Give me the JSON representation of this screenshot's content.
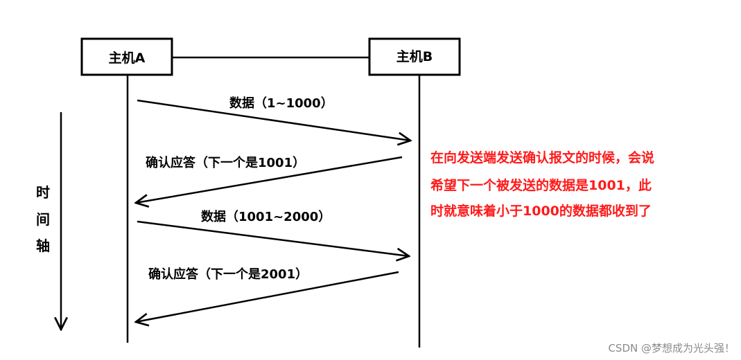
{
  "hosts": {
    "a": "主机A",
    "b": "主机B"
  },
  "messages": [
    {
      "label": "数据（1~1000）",
      "direction": "a-to-b"
    },
    {
      "label": "确认应答（下一个是1001）",
      "direction": "b-to-a"
    },
    {
      "label": "数据（1001~2000）",
      "direction": "a-to-b"
    },
    {
      "label": "确认应答（下一个是2001）",
      "direction": "b-to-a"
    }
  ],
  "time_axis": {
    "chars": [
      "时",
      "间",
      "轴"
    ]
  },
  "note": {
    "color": "#ff1a1a",
    "lines": [
      "在向发送端发送确认报文的时候，会说",
      "希望下一个被发送的数据是1001，此",
      "时就意味着小于1000的数据都收到了"
    ]
  },
  "watermark": "CSDN @梦想成为光头强！"
}
